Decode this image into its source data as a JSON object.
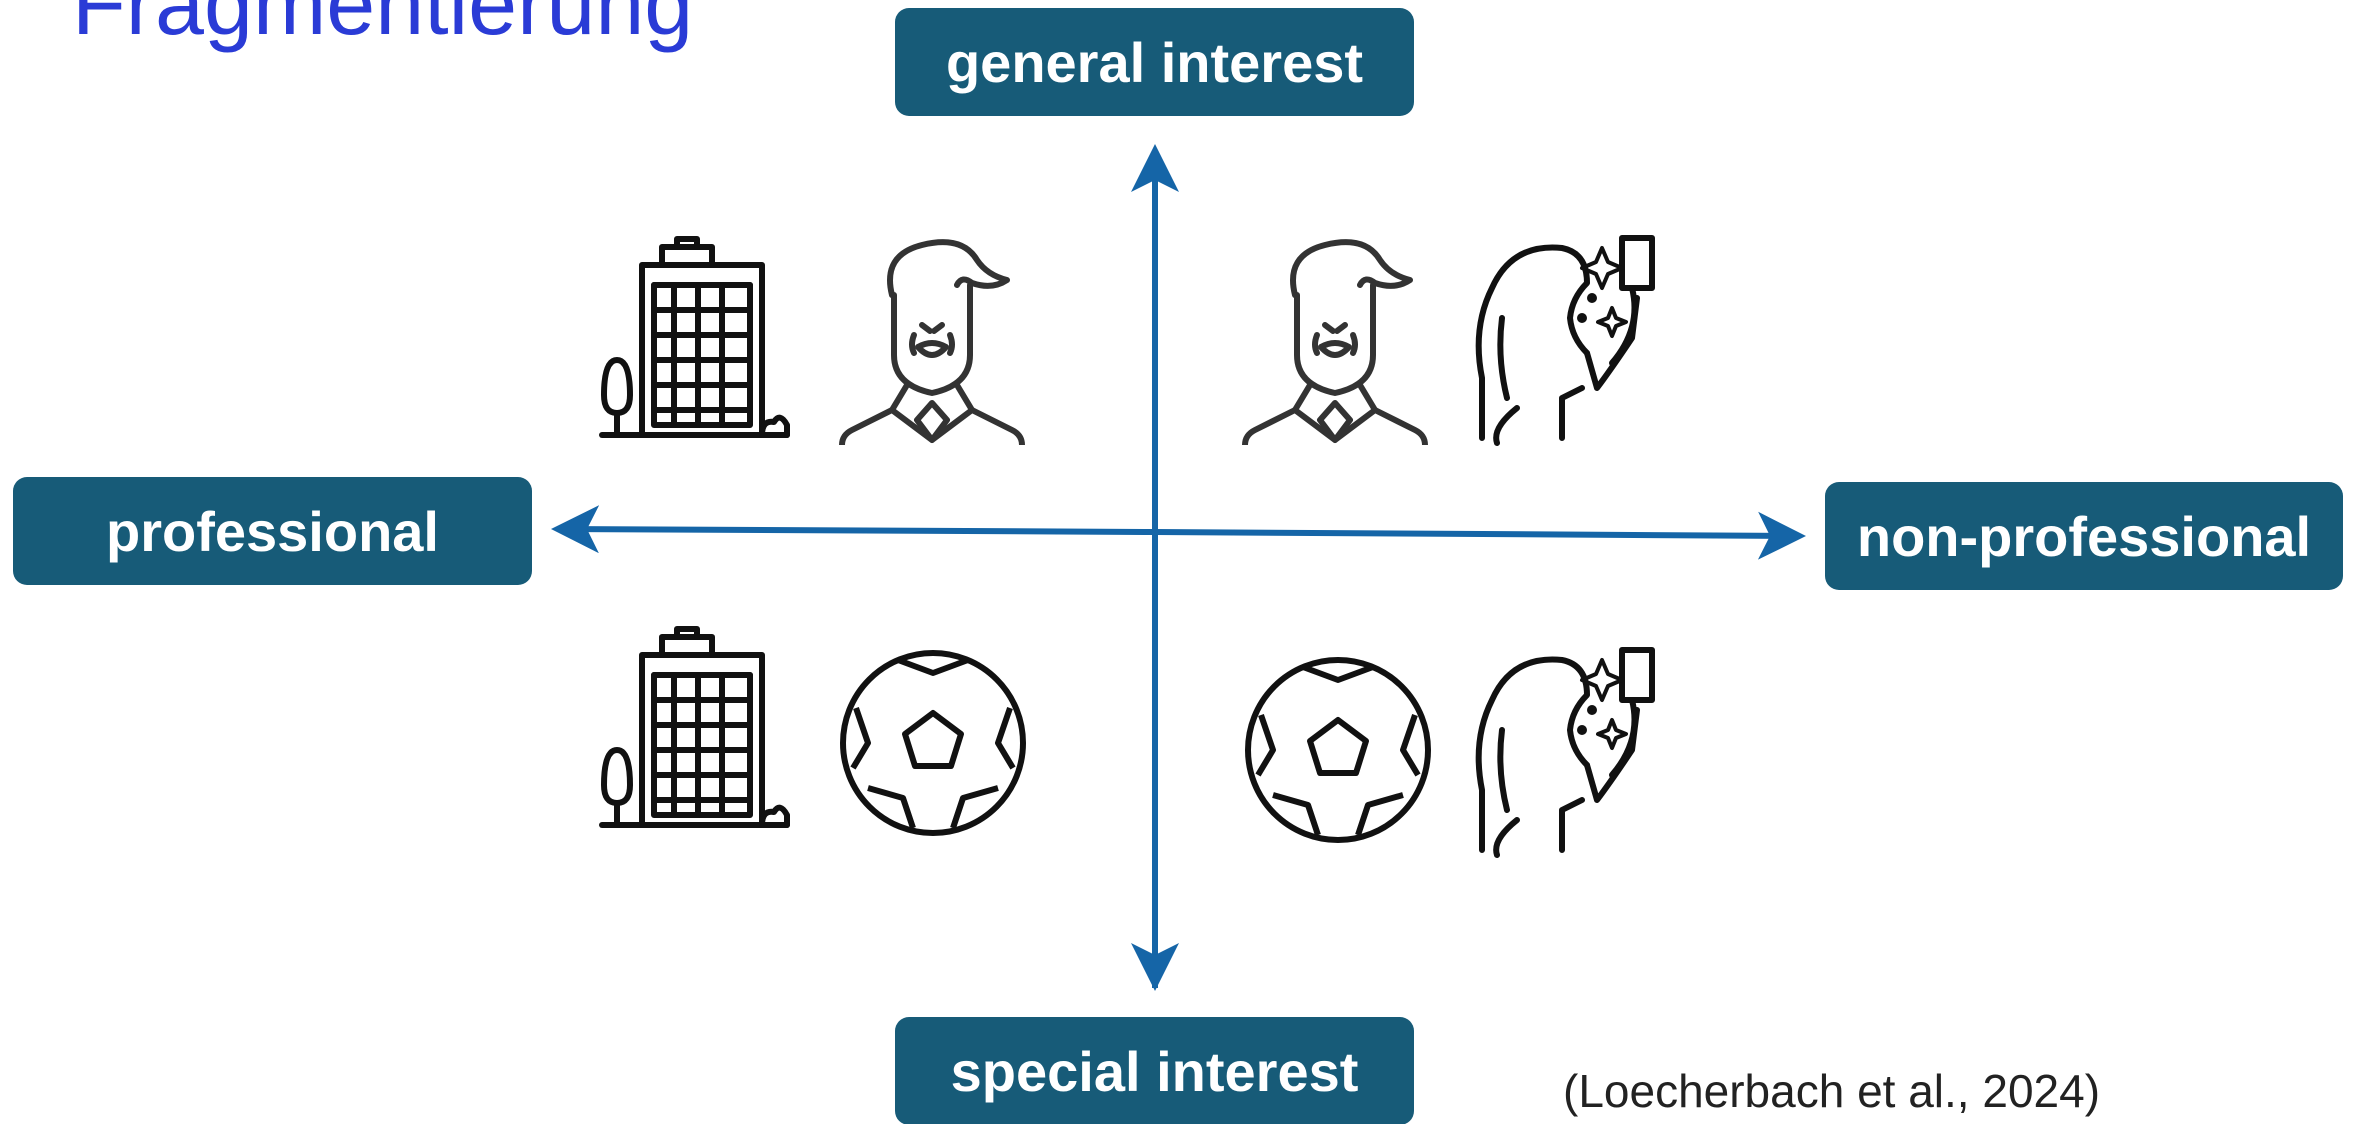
{
  "title": "Fragmentierung",
  "axes": {
    "top": "general interest",
    "bottom": "special interest",
    "left": "professional",
    "right": "non-professional"
  },
  "citation": "(Loecherbach et al., 2024)",
  "colors": {
    "title": "#2a3bd6",
    "label_box": "#175b78",
    "axis": "#1565a7",
    "icon": "#111111"
  },
  "quadrants": {
    "top_left": [
      "office-building-icon",
      "politician-icon"
    ],
    "top_right": [
      "politician-icon",
      "influencer-icon"
    ],
    "bottom_left": [
      "office-building-icon",
      "soccer-ball-icon"
    ],
    "bottom_right": [
      "soccer-ball-icon",
      "influencer-icon"
    ]
  }
}
